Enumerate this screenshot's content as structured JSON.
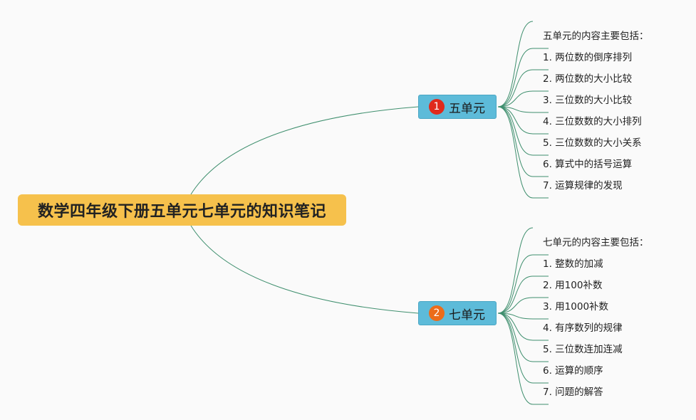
{
  "root": {
    "title": "数学四年级下册五单元七单元的知识笔记"
  },
  "branches": [
    {
      "index": "1",
      "label": "五单元",
      "badge_color": "#e02a1c",
      "items": [
        "五单元的内容主要包括：",
        "1. 两位数的倒序排列",
        "2. 两位数的大小比较",
        "3. 三位数的大小比较",
        "4. 三位数数的大小排列",
        "5. 三位数数的大小关系",
        "6. 算式中的括号运算",
        "7. 运算规律的发现"
      ]
    },
    {
      "index": "2",
      "label": "七单元",
      "badge_color": "#ec6c1a",
      "items": [
        "七单元的内容主要包括：",
        "1. 整数的加减",
        "2. 用100补数",
        "3. 用1000补数",
        "4. 有序数列的规律",
        "5. 三位数连加连减",
        "6. 运算的顺序",
        "7. 问题的解答"
      ]
    }
  ],
  "colors": {
    "root_bg": "#f6c14c",
    "branch_bg": "#5dbbd9",
    "line": "#3f8f6e"
  }
}
